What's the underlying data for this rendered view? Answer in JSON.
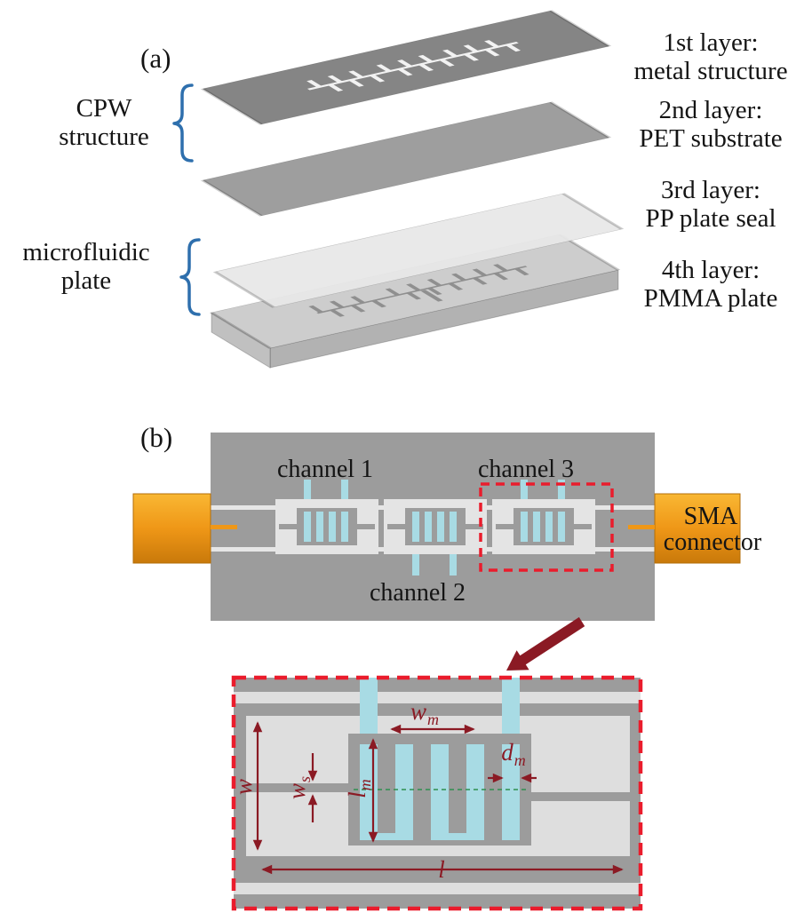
{
  "figure": {
    "panel_a": {
      "tag": "(a)",
      "group_labels": {
        "cpw": [
          "CPW",
          "structure"
        ],
        "microfluidic": [
          "microfluidic",
          "plate"
        ]
      },
      "layers": [
        {
          "title": "1st layer:",
          "subtitle": "metal structure"
        },
        {
          "title": "2nd layer:",
          "subtitle": "PET substrate"
        },
        {
          "title": "3rd layer:",
          "subtitle": "PP plate seal"
        },
        {
          "title": "4th layer:",
          "subtitle": "PMMA plate"
        }
      ]
    },
    "panel_b": {
      "tag": "(b)",
      "channel_labels": {
        "channel1": "channel 1",
        "channel2": "channel 2",
        "channel3": "channel 3"
      },
      "connector_label": [
        "SMA",
        "connector"
      ],
      "dimensions": {
        "wm": {
          "base": "w",
          "sub": "m"
        },
        "dm": {
          "base": "d",
          "sub": "m"
        },
        "w": {
          "base": "w",
          "sub": ""
        },
        "ws": {
          "base": "w",
          "sub": "s"
        },
        "lm": {
          "base": "l",
          "sub": "m"
        },
        "l": {
          "base": "l",
          "sub": ""
        }
      }
    },
    "colors": {
      "metal_layer": "#858585",
      "pet_substrate": "#9e9e9e",
      "pp_seal": "#e7e7e7",
      "pmma_plate": "#cdcdcd",
      "board_gray": "#9c9c9c",
      "slot_light": "#e6e6e6",
      "channel_cyan": "#a8dbe4",
      "sma_orange": "#f09b1c",
      "highlight_red": "#ea1c2c",
      "dimension_maroon": "#8b1a24",
      "brace_blue": "#2e6fad",
      "channel_centerline_green": "#2f8f4f"
    }
  }
}
